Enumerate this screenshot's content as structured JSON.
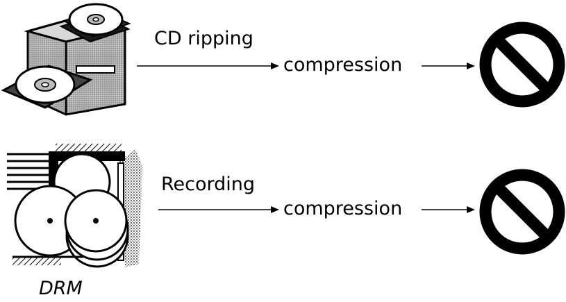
{
  "rows": [
    {
      "process_label": "CD ripping",
      "step_label": "compression",
      "source_icon": "computer-with-cd-discs",
      "result_icon": "prohibited-sign"
    },
    {
      "process_label": "Recording",
      "step_label": "compression",
      "source_icon": "cassette-tape-reels",
      "result_icon": "prohibited-sign"
    }
  ],
  "caption": "DRM",
  "colors": {
    "ink": "#000000",
    "background": "#ffffff",
    "shade": "#9a9a9a"
  }
}
